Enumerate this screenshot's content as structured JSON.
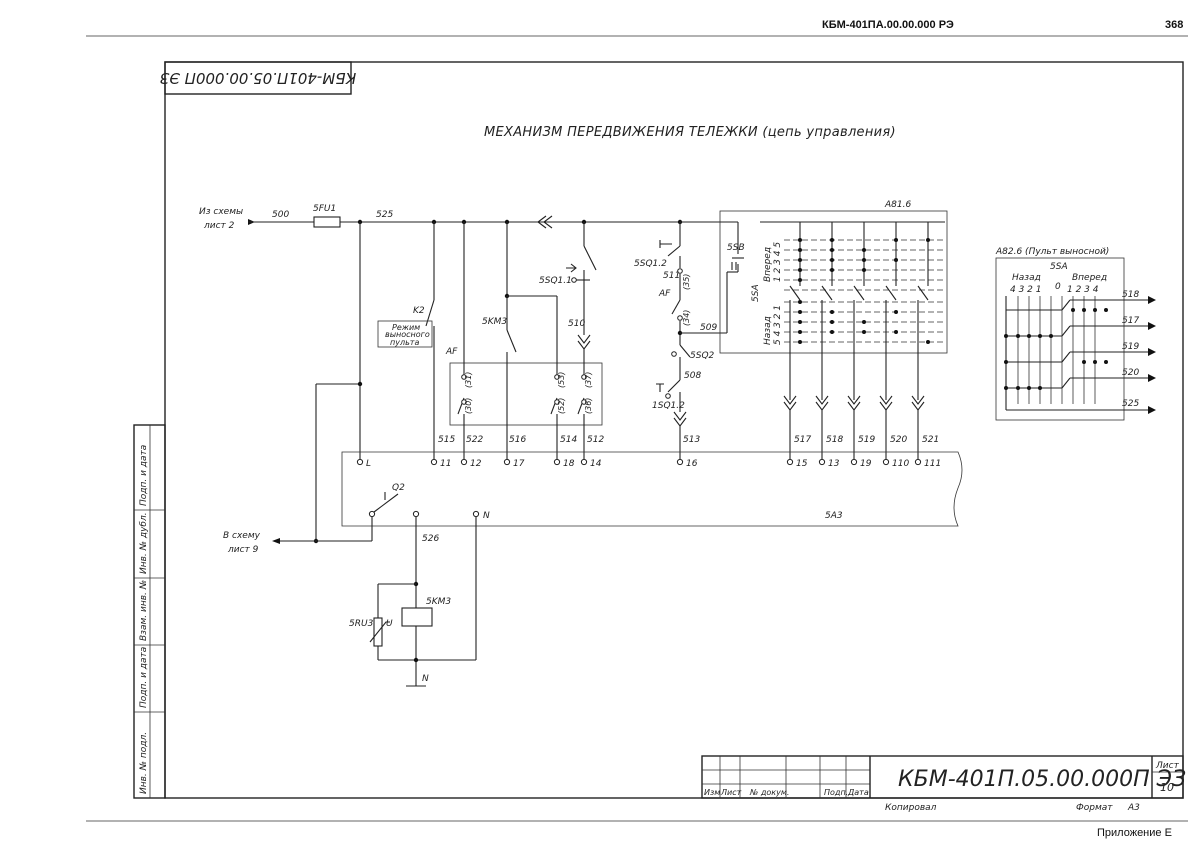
{
  "header": {
    "doc_code": "КБМ-401ПА.00.00.000 РЭ",
    "page_number": "368"
  },
  "footer": {
    "appendix": "Приложение Е"
  },
  "drawing": {
    "stamp_rotated": "КБМ-401П.05.00.000П ЭЗ",
    "title": "МЕХАНИЗМ ПЕРЕДВИЖЕНИЯ ТЕЛЕЖКИ (цепь управления)",
    "input_from": "Из схемы",
    "input_sheet": "лист 2",
    "output_to": "В схему",
    "output_sheet": "лист 9",
    "mode_label_1": "Режим",
    "mode_label_2": "выносного",
    "mode_label_3": "пульта",
    "nodes": {
      "w500": "500",
      "fu": "5FU1",
      "w525": "525",
      "k2": "K2",
      "km3": "5KM3",
      "sq11": "5SQ1.1",
      "w510": "510",
      "af1": "AF",
      "c31": "(31)",
      "c30": "(30)",
      "c53": "(53)",
      "c52": "(52)",
      "c37": "(37)",
      "c36": "(36)",
      "w515": "515",
      "w522": "522",
      "w516": "516",
      "w514": "514",
      "w512": "512",
      "sq12": "5SQ1.2",
      "w511": "511",
      "c35": "(35)",
      "af2": "AF",
      "c34": "(34)",
      "w509": "509",
      "sq2": "5SQ2",
      "w508": "508",
      "sq12b": "1SQ1.2",
      "w513": "513",
      "a81": "A81.6",
      "sb": "5SB",
      "sa": "5SA",
      "vpered": "Вперед",
      "nazad": "Назад",
      "pos_fwd": "5 4 3 2 1",
      "pos_rev": "1 2 3 4 5",
      "w517": "517",
      "w518": "518",
      "w519": "519",
      "w520": "520",
      "w521": "521",
      "tL": "L",
      "t11": "11",
      "t12": "12",
      "t17": "17",
      "t18": "18",
      "t14": "14",
      "t16": "16",
      "t15": "15",
      "t13": "13",
      "t19": "19",
      "t110": "110",
      "t111": "111",
      "sa3": "5A3",
      "q2": "Q2",
      "n1": "N",
      "w526": "526",
      "kmcoil": "5KM3",
      "ru3": "5RU3",
      "u": "U",
      "n2": "N",
      "a82_title": "A82.6 (Пульт выносной)",
      "sa_remote": "5SA",
      "nazad2": "Назад",
      "vpered2": "Вперед",
      "remote_left": "4 3 2 1",
      "remote_zero": "0",
      "remote_right": "1 2 3 4",
      "o518": "518",
      "o517": "517",
      "o519": "519",
      "o520": "520",
      "o525": "525"
    },
    "title_block": {
      "designation": "КБМ-401П.05.00.000П ЭЗ",
      "col_izm": "Изм",
      "col_list": "Лист",
      "col_doc": "№ докум.",
      "col_podp": "Подп.",
      "col_data": "Дата",
      "sheet_label": "Лист",
      "sheet_number": "10",
      "copied": "Копировал",
      "format_label": "Формат",
      "format_value": "А3"
    },
    "side_strip": {
      "podp_data": "Подп. и дата",
      "inv_dubl": "Инв. № дубл.",
      "vzam_inv": "Взам. инв. №",
      "podp_data2": "Подп. и дата",
      "inv_podl": "Инв. № подл."
    }
  }
}
